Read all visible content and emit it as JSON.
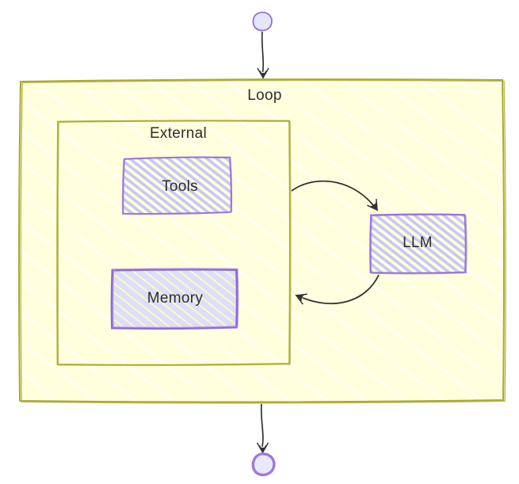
{
  "diagram": {
    "type": "flowchart-hand-drawn",
    "direction": "top-to-bottom",
    "labels": {
      "loop": "Loop",
      "external": "External",
      "tools": "Tools",
      "memory": "Memory",
      "llm": "LLM"
    },
    "clusters": [
      {
        "id": "loop",
        "label": "Loop",
        "contains": [
          "external",
          "llm"
        ]
      },
      {
        "id": "external",
        "label": "External",
        "parent": "loop",
        "contains": [
          "tools",
          "memory"
        ]
      }
    ],
    "nodes": [
      {
        "id": "start",
        "shape": "small-circle",
        "label": ""
      },
      {
        "id": "tools",
        "shape": "rectangle",
        "label": "Tools"
      },
      {
        "id": "memory",
        "shape": "rectangle",
        "label": "Memory"
      },
      {
        "id": "llm",
        "shape": "rectangle",
        "label": "LLM"
      },
      {
        "id": "end",
        "shape": "small-circle",
        "label": ""
      }
    ],
    "edges": [
      {
        "from": "start",
        "to": "loop",
        "style": "arrow-down"
      },
      {
        "from": "external",
        "to": "llm",
        "style": "curved-arrow"
      },
      {
        "from": "llm",
        "to": "external",
        "style": "curved-arrow"
      },
      {
        "from": "loop",
        "to": "end",
        "style": "arrow-down"
      }
    ],
    "colors": {
      "cluster_fill": "#ffffde",
      "cluster_stroke": "#aaaa33",
      "node_fill": "#ececff",
      "node_hatch": "#c7c7f2",
      "node_stroke": "#9370db",
      "edge_color": "#333333",
      "text_color": "#2e2e2e",
      "background": "#ffffff"
    }
  }
}
